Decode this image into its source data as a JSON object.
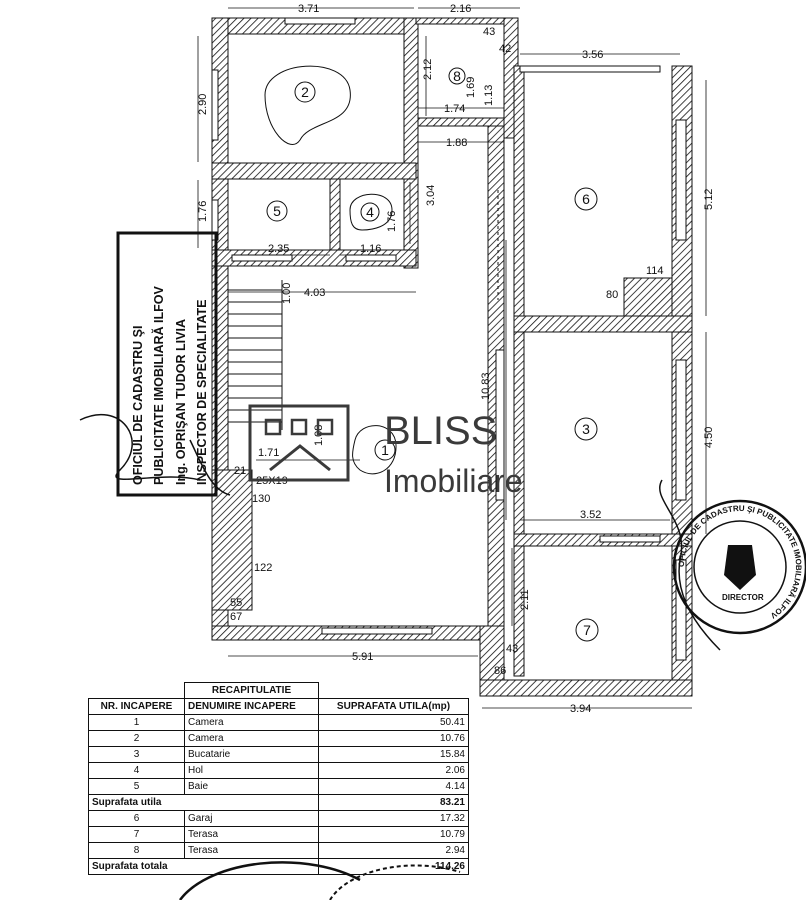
{
  "dimensions": {
    "top_left_width": "3.71",
    "top_right_width": "2.16",
    "d_43_top": "43",
    "d_42": "42",
    "d_356": "3.56",
    "d_290": "2.90",
    "d_212": "2.12",
    "d_169": "1.69",
    "d_113": "1.13",
    "d_174": "1.74",
    "d_188": "1.88",
    "d_176": "1.76",
    "d_304": "3.04",
    "d_176b": "1.76",
    "d_235": "2.35",
    "d_116": "1.16",
    "d_512": "5.12",
    "d_114": "114",
    "d_80": "80",
    "d_403": "4.03",
    "d_100": "1.00",
    "d_1083": "10.83",
    "d_450": "4.50",
    "d_171": "1.71",
    "d_108": "1.08",
    "d_25x19": "25X19",
    "d_21": "21",
    "d_130": "130",
    "d_122": "122",
    "d_55": "55",
    "d_67": "67",
    "d_352": "3.52",
    "d_211": "2.11",
    "d_591": "5.91",
    "d_43_bottom": "43",
    "d_86": "86",
    "d_394": "3.94"
  },
  "rooms": {
    "r1": "1",
    "r2": "2",
    "r3": "3",
    "r4": "4",
    "r5": "5",
    "r6": "6",
    "r7": "7",
    "r8": "8"
  },
  "stamp": {
    "line1": "OFICIUL DE CADASTRU ŞI",
    "line2": "PUBLICITATE IMOBILIARĂ ILFOV",
    "line3": "Ing. OPRIŞAN TUDOR LIVIA",
    "line4": "INSPECTOR DE SPECIALITATE"
  },
  "round_stamp": {
    "ring_text": "OFICIUL DE CADASTRU ŞI PUBLICITATE IMOBILIARĂ ILFOV",
    "center_label": "DIRECTOR"
  },
  "watermark": {
    "brand": "BLISS",
    "sub": "Imobiliare"
  },
  "recap": {
    "title": "RECAPITULATIE",
    "headers": [
      "NR. INCAPERE",
      "DENUMIRE INCAPERE",
      "SUPRAFATA UTILA(mp)"
    ],
    "rows_a": [
      {
        "nr": "1",
        "name": "Camera",
        "area": "50.41"
      },
      {
        "nr": "2",
        "name": "Camera",
        "area": "10.76"
      },
      {
        "nr": "3",
        "name": "Bucatarie",
        "area": "15.84"
      },
      {
        "nr": "4",
        "name": "Hol",
        "area": "2.06"
      },
      {
        "nr": "5",
        "name": "Baie",
        "area": "4.14"
      }
    ],
    "sub_label": "Suprafata utila",
    "sub_value": "83.21",
    "rows_b": [
      {
        "nr": "6",
        "name": "Garaj",
        "area": "17.32"
      },
      {
        "nr": "7",
        "name": "Terasa",
        "area": "10.79"
      },
      {
        "nr": "8",
        "name": "Terasa",
        "area": "2.94"
      }
    ],
    "total_label": "Suprafata totala",
    "total_value": "114.26"
  },
  "colors": {
    "ink": "#111111",
    "watermark": "#3a3a3a"
  }
}
